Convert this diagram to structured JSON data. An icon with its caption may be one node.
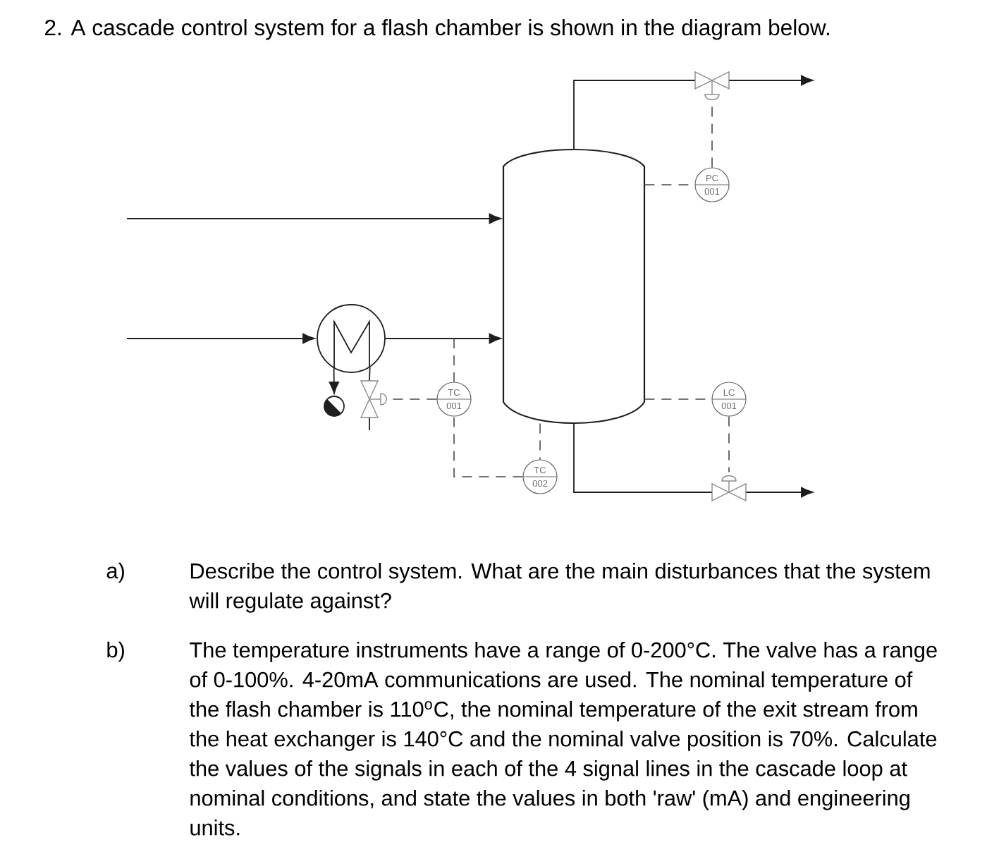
{
  "diagram": {
    "title": "2. A cascade control system for a flash chamber is shown in the diagram below.",
    "nodes": [
      {
        "text": [],
        "shape": "cylinder"
      },
      {
        "text": [],
        "shape": "circle"
      },
      {
        "text": [],
        "shape": "circle"
      },
      {
        "text": [],
        "shape": "valve"
      },
      {
        "text": [
          "TC",
          "001"
        ]
      },
      {
        "text": [
          "TC",
          "002"
        ]
      },
      {
        "text": [
          "PC",
          "001"
        ]
      },
      {
        "text": [
          "LC",
          "001"
        ]
      },
      {
        "text": [],
        "shape": "valve"
      },
      {
        "text": [],
        "shape": "valve"
      }
    ],
    "edges": [
      {
        "from": null,
        "to": 0,
        "arrow": "to"
      },
      {
        "from": null,
        "to": 1,
        "arrow": "to"
      },
      {
        "from": 1,
        "to": 0,
        "arrow": "to"
      },
      {
        "from": 0,
        "to": 8,
        "arrow": "none"
      },
      {
        "from": 8,
        "to": null,
        "arrow": "to"
      },
      {
        "from": 0,
        "to": 9,
        "arrow": "none"
      },
      {
        "from": 9,
        "to": null,
        "arrow": "to"
      },
      {
        "from": 1,
        "to": 2,
        "arrow": "to"
      },
      {
        "from": null,
        "to": 3,
        "arrow": "none"
      },
      {
        "from": 3,
        "to": 1,
        "arrow": "none"
      },
      {
        "from": null,
        "to": 4,
        "arrow": "none",
        "style": "dashed"
      },
      {
        "from": 4,
        "to": 3,
        "arrow": "none",
        "style": "dashed"
      },
      {
        "from": 5,
        "to": 4,
        "arrow": "none",
        "style": "dashed"
      },
      {
        "from": 0,
        "to": 5,
        "arrow": "none",
        "style": "dashed"
      },
      {
        "from": 0,
        "to": 6,
        "arrow": "none",
        "style": "dashed"
      },
      {
        "from": 6,
        "to": 8,
        "arrow": "none",
        "style": "dashed"
      },
      {
        "from": 0,
        "to": 7,
        "arrow": "none",
        "style": "dashed"
      },
      {
        "from": 7,
        "to": 9,
        "arrow": "none",
        "style": "dashed"
      }
    ],
    "labels": [
      "a)",
      "Describe the control system. What are the main disturbances that the system will regulate against?",
      "b)",
      "The temperature instruments have a range of 0-200°C. The valve has a range of 0-100%. 4-20mA communications are used. The nominal temperature of the flash chamber is 110$^{o}$C, the nominal temperature of the exit stream from the heat exchanger is 140°C and the nominal valve position is 70%. Calculate the values of the signals in each of the 4 signal lines in the cascade loop at nominal conditions, and state the values in both 'raw' (mA) and engineering units."
    ]
  }
}
